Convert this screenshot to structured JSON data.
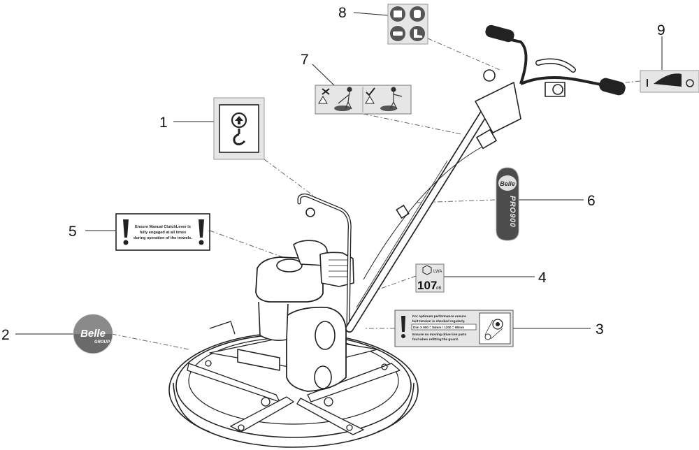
{
  "callouts": {
    "c1": "1",
    "c2": "2",
    "c3": "3",
    "c4": "4",
    "c5": "5",
    "c6": "6",
    "c7": "7",
    "c8": "8",
    "c9": "9"
  },
  "decal_clutch": {
    "line1": "Ensure Manual ClutchLever is",
    "line2": "fully engaged at all times",
    "line3": "during operation of the trowels."
  },
  "decal_belt": {
    "line1": "For optimum performance ensure",
    "line2": "belt tension is checked regularly.",
    "line3": "Dim X   900 = 84mm / 1200 = 68mm",
    "line4": "Ensure no  moving drive line parts",
    "line5": "foul when refitting the guard."
  },
  "decal_noise": {
    "value": "107",
    "unit": "dB",
    "label": "LWA"
  },
  "logo_belle": {
    "brand": "Belle",
    "sub": "GROUP"
  },
  "logo_pro": {
    "brand": "Belle",
    "model": "PRO900"
  },
  "colors": {
    "line": "#222222",
    "panel": "#e6e6e6",
    "leader": "#666666",
    "logo": "#5a5a5a"
  }
}
